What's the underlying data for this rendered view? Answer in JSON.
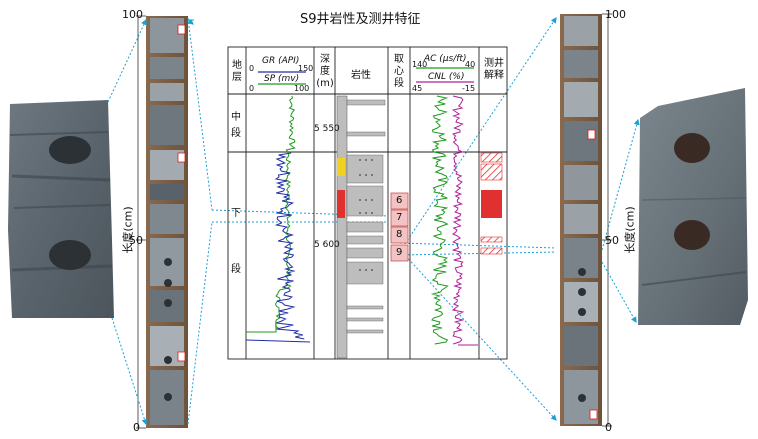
{
  "title": "S9井岩性及测井特征",
  "left_scale": {
    "top": "100",
    "mid": "50",
    "bottom": "0",
    "axis_label": "长度(cm)"
  },
  "right_scale": {
    "top": "100",
    "mid": "50",
    "bottom": "0",
    "axis_label": "长度(cm)"
  },
  "log_panel": {
    "col_layer_header": "地层",
    "col_curve1": {
      "gr_label": "GR (API)",
      "gr_min": "0",
      "gr_max": "150",
      "sp_label": "SP (mv)",
      "sp_min": "0",
      "sp_max": "100"
    },
    "col_depth_header": "深度(m)",
    "col_lith_header": "岩性",
    "col_core_header": "取心段",
    "col_curve2": {
      "ac_label": "AC (μs/ft)",
      "ac_min": "140",
      "ac_max": "40",
      "cnl_label": "CNL (%)",
      "cnl_min": "45",
      "cnl_max": "-15"
    },
    "col_interp_header": "测井解释",
    "layers": [
      {
        "name": "中段",
        "chars": [
          "中",
          "段"
        ]
      },
      {
        "name": "下段",
        "chars": [
          "下",
          "段"
        ]
      }
    ],
    "depths": [
      "5 550",
      "5 600"
    ],
    "core_sections": [
      "6",
      "7",
      "8",
      "9"
    ]
  },
  "colors": {
    "gr_curve": "#1f2fa8",
    "sp_curve": "#1e9a1e",
    "ac_curve": "#1e9a1e",
    "cnl_curve": "#b0209a",
    "core_box": "#f3c3c3",
    "interp_red": "#e03030",
    "guide_line": "#1aa0d8",
    "lith_gray": "#bdbdbd"
  }
}
